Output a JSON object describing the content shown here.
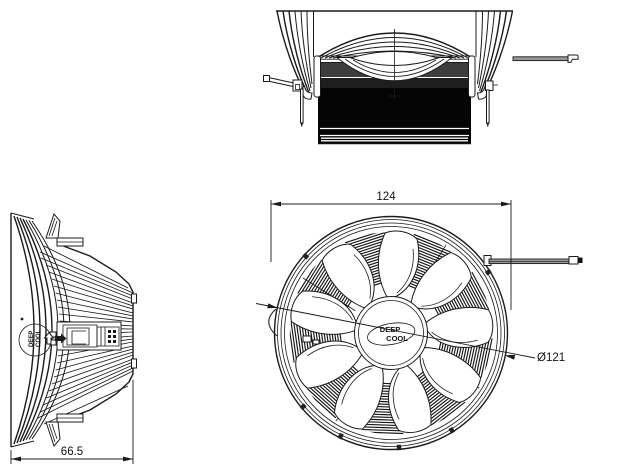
{
  "drawing": {
    "dimensions": {
      "overall_width": "124",
      "fan_diameter": "Ø121",
      "depth": "66.5"
    },
    "logo": {
      "line1": "DEEP",
      "line2": "COOL"
    },
    "colors": {
      "stroke": "#1b1b1b",
      "body_black": "#050505",
      "band_dark": "#3d3d3d",
      "band_mid": "#1e1e1e",
      "wire_gray": "#989898",
      "tab_dark": "#222222",
      "background": "#ffffff"
    }
  }
}
